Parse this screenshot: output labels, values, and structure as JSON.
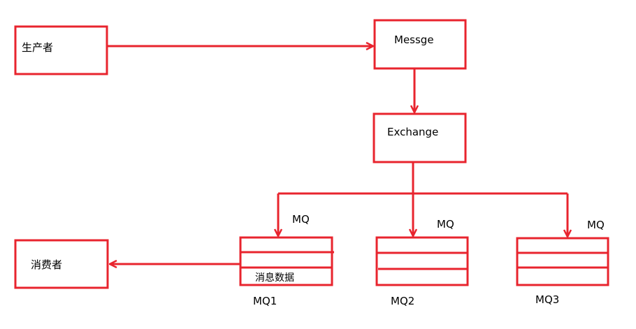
{
  "colors": {
    "stroke": "#e8242e",
    "text": "#000000",
    "background": "#ffffff"
  },
  "nodes": {
    "producer": "生产者",
    "message": "Messge",
    "exchange": "Exchange",
    "consumer": "消费者"
  },
  "queues": [
    {
      "name": "MQ1",
      "edge_label": "MQ",
      "slot_text": "消息数据"
    },
    {
      "name": "MQ2",
      "edge_label": "MQ"
    },
    {
      "name": "MQ3",
      "edge_label": "MQ"
    }
  ]
}
